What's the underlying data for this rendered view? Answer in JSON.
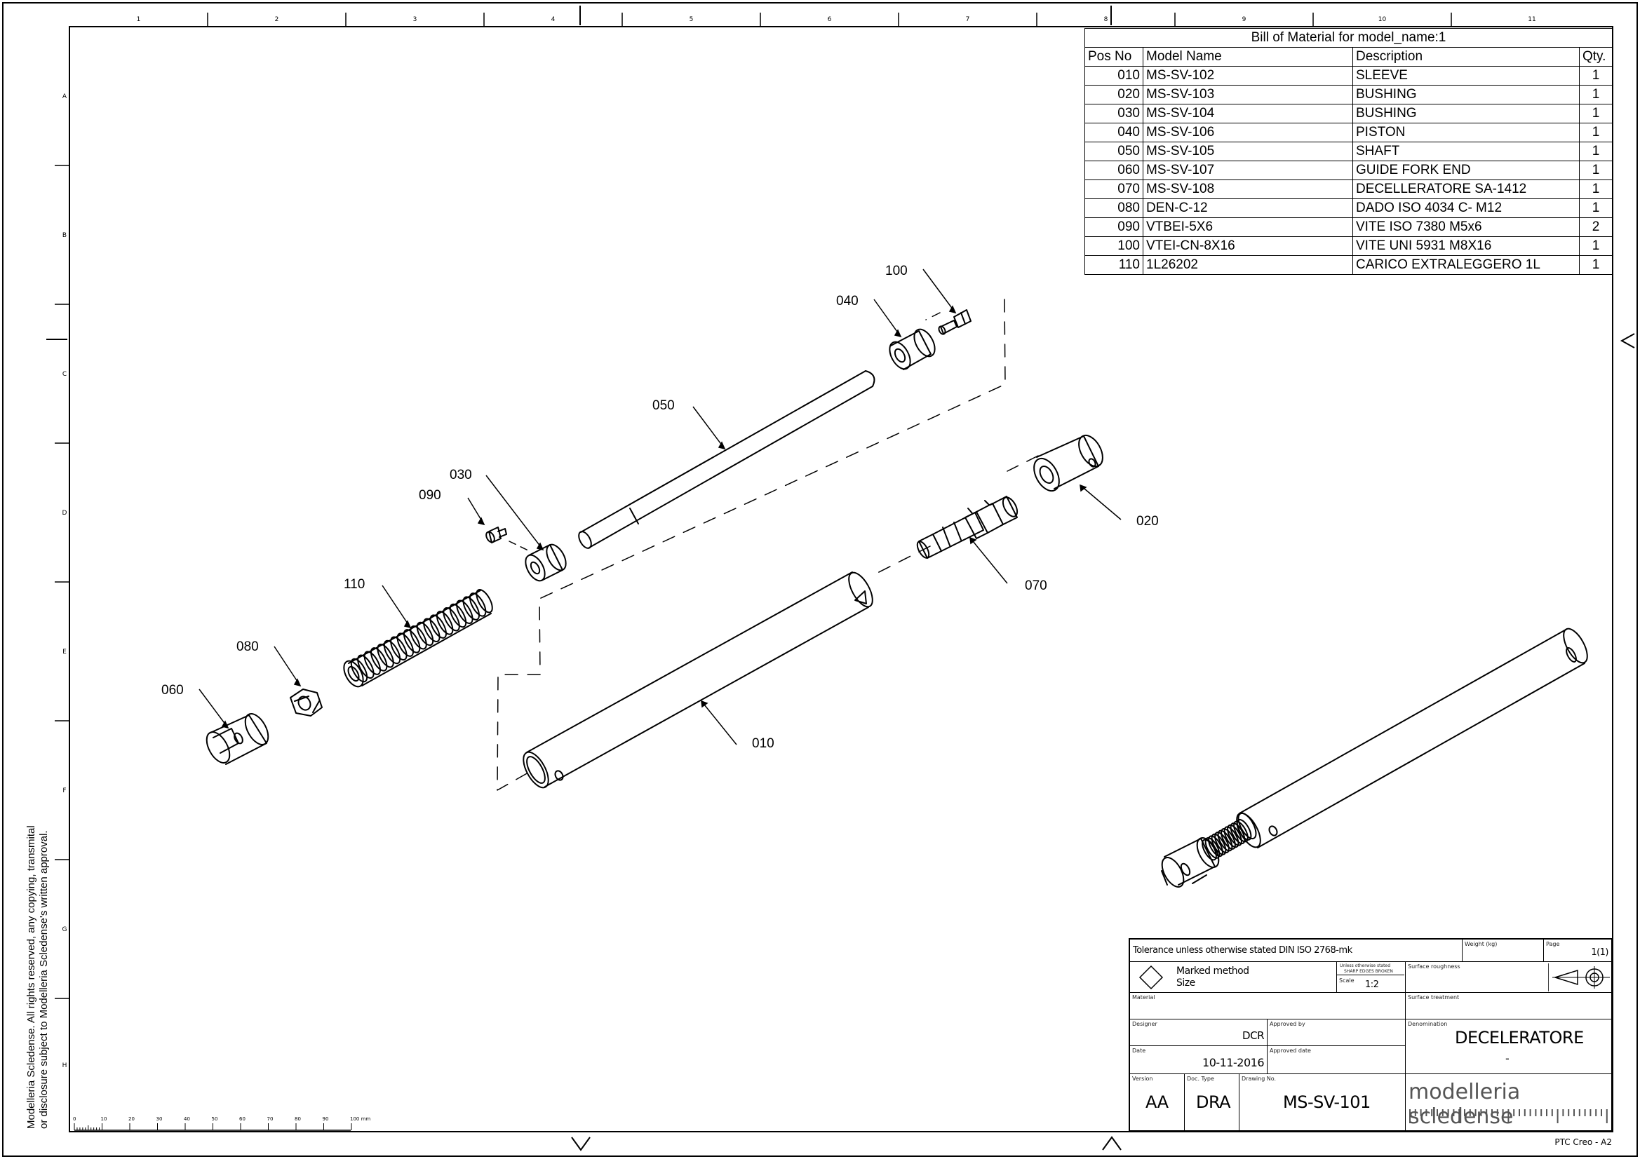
{
  "bom": {
    "title": "Bill of Material for model_name:1",
    "headers": {
      "pos": "Pos No",
      "model": "Model Name",
      "desc": "Description",
      "qty": "Qty."
    },
    "rows": [
      {
        "pos": "010",
        "model": "MS-SV-102",
        "desc": "SLEEVE",
        "qty": "1"
      },
      {
        "pos": "020",
        "model": "MS-SV-103",
        "desc": "BUSHING",
        "qty": "1"
      },
      {
        "pos": "030",
        "model": "MS-SV-104",
        "desc": "BUSHING",
        "qty": "1"
      },
      {
        "pos": "040",
        "model": "MS-SV-106",
        "desc": "PISTON",
        "qty": "1"
      },
      {
        "pos": "050",
        "model": "MS-SV-105",
        "desc": "SHAFT",
        "qty": "1"
      },
      {
        "pos": "060",
        "model": "MS-SV-107",
        "desc": "GUIDE FORK END",
        "qty": "1"
      },
      {
        "pos": "070",
        "model": "MS-SV-108",
        "desc": "DECELLERATORE SA-1412",
        "qty": "1"
      },
      {
        "pos": "080",
        "model": "DEN-C-12",
        "desc": "DADO ISO 4034 C- M12",
        "qty": "1"
      },
      {
        "pos": "090",
        "model": "VTBEI-5X6",
        "desc": "VITE ISO 7380 M5x6",
        "qty": "2"
      },
      {
        "pos": "100",
        "model": "VTEI-CN-8X16",
        "desc": "VITE UNI 5931 M8X16",
        "qty": "1"
      },
      {
        "pos": "110",
        "model": "1L26202",
        "desc": "CARICO EXTRALEGGERO 1L",
        "qty": "1"
      }
    ]
  },
  "callouts": [
    "010",
    "020",
    "030",
    "040",
    "050",
    "060",
    "070",
    "080",
    "090",
    "100",
    "110"
  ],
  "zones": {
    "columns": [
      "1",
      "2",
      "3",
      "4",
      "5",
      "6",
      "7",
      "8",
      "9",
      "10",
      "11"
    ],
    "rows": [
      "A",
      "B",
      "C",
      "D",
      "E",
      "F",
      "G",
      "H"
    ]
  },
  "scale_bar": {
    "ticks": [
      "0",
      "10",
      "20",
      "30",
      "40",
      "50",
      "60",
      "70",
      "80",
      "90",
      "100 mm"
    ]
  },
  "copyright": {
    "line1": "Modelleria Scledense. All rights reserved, any copying, transmital",
    "line2": "or disclosure subject to Modelleria Scledense's written approval."
  },
  "title_block": {
    "tolerance": "Tolerance unless otherwise stated DIN ISO 2768-mk",
    "weight_label": "Weight (kg)",
    "page_label": "Page",
    "page_value": "1(1)",
    "marked_method": "Marked method",
    "size": "Size",
    "edges_note_1": "Unless otherwise stated",
    "edges_note_2": "SHARP EDGES BROKEN",
    "scale_label": "Scale",
    "scale_value": "1:2",
    "surface_roughness": "Surface roughness",
    "material_label": "Material",
    "surface_treatment": "Surface treatment",
    "designer_label": "Designer",
    "designer_value": "DCR",
    "approved_by_label": "Approved by",
    "denomination_label": "Denomination",
    "denomination_value": "DECELERATORE",
    "denomination_sub": "-",
    "date_label": "Date",
    "date_value": "10-11-2016",
    "approved_date_label": "Approved date",
    "version_label": "Version",
    "version_value": "AA",
    "doc_type_label": "Doc. Type",
    "doc_type_value": "DRA",
    "drawing_no_label": "Drawing No.",
    "drawing_no_value": "MS-SV-101",
    "company": "modelleria scledense"
  },
  "footer": "PTC Creo - A2"
}
